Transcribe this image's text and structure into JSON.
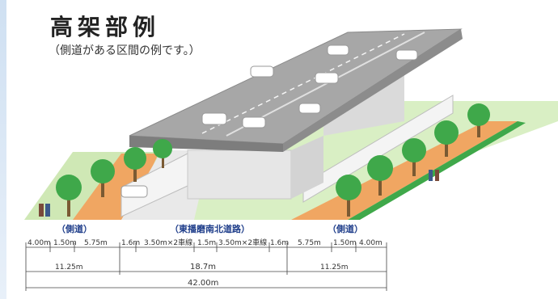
{
  "title": "高架部例",
  "subtitle": "（側道がある区間の例です。）",
  "sections": {
    "left_side_road": "（側道）",
    "main_road": "（東播磨南北道路）",
    "right_side_road": "（側道）"
  },
  "dimensions": {
    "left_sidewalk": "4.00m",
    "left_planting": "1.50m",
    "left_road": "5.75m",
    "left_shoulder": "1.6m",
    "lanes_left": "3.50m×2車線",
    "median": "1.5m",
    "lanes_right": "3.50m×2車線",
    "right_shoulder": "1.6m",
    "right_road": "5.75m",
    "right_planting": "1.50m",
    "right_sidewalk": "4.00m",
    "left_total": "11.25m",
    "main_total": "18.7m",
    "right_total": "11.25m",
    "overall_total": "42.00m"
  },
  "colors": {
    "ground": "#d9efc4",
    "sidewalk": "#f0a662",
    "deck": "#9e9e9e",
    "pier": "#ececec",
    "tree": "#3fa84a",
    "section_label": "#1e3d8a"
  }
}
